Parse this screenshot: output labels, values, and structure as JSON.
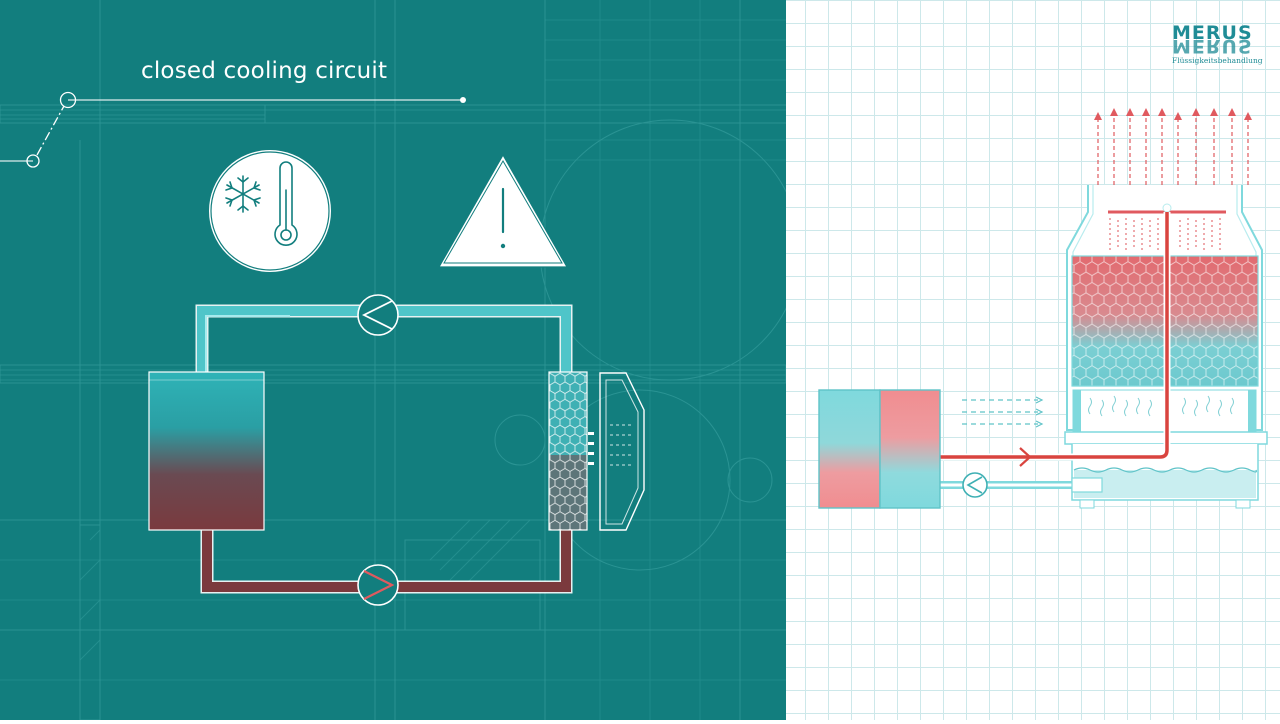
{
  "caption": "closed cooling circuit",
  "logo": {
    "word": "MERUS",
    "subtitle": "Flüssigkeitsbehandlung"
  },
  "colors": {
    "teal_bg": "#127e7e",
    "teal_line": "#2d9696",
    "white_grid_bg": "#ffffff",
    "grid_line": "#cde8ea",
    "cyan": "#48c7cc",
    "light_cyan": "#7fd9dd",
    "red": "#e05a5f",
    "pink": "#f08d90",
    "maroon": "#7a3535",
    "logo_teal": "#1f8c96"
  },
  "icons": [
    "snowflake-thermometer-icon",
    "warning-triangle-icon",
    "pump-icon",
    "heat-exchanger-icon",
    "fan-icon",
    "cooling-tower-icon"
  ]
}
